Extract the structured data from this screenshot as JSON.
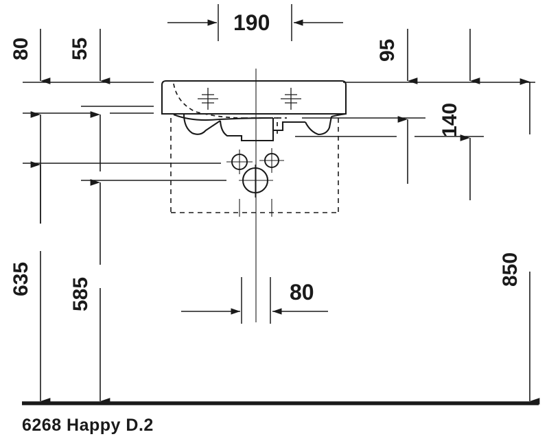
{
  "drawing": {
    "title_label": "6268 Happy D.2",
    "product_number": "6268",
    "product_name": "Happy D.2",
    "type": "washbasin-side-elevation",
    "units": "mm",
    "line_color": "#1a1a1a",
    "background_color": "#ffffff"
  },
  "dimensions": {
    "d_80_top": {
      "value": "80",
      "orientation": "vertical",
      "position": "left-outer",
      "description": "distance from top reference to basin rim"
    },
    "d_55": {
      "value": "55",
      "orientation": "vertical",
      "position": "left-inner",
      "description": "basin rim thickness zone"
    },
    "d_190": {
      "value": "190",
      "orientation": "horizontal",
      "position": "top-center",
      "description": "horizontal spacing at top of basin"
    },
    "d_95": {
      "value": "95",
      "orientation": "vertical",
      "position": "right-inner",
      "description": "vertical offset from rim top"
    },
    "d_140": {
      "value": "140",
      "orientation": "vertical",
      "position": "right-middle",
      "description": "overall basin body depth"
    },
    "d_635": {
      "value": "635",
      "orientation": "vertical",
      "position": "left-outer-lower",
      "description": "height from floor to upper reference line"
    },
    "d_585": {
      "value": "585",
      "orientation": "vertical",
      "position": "left-inner-lower",
      "description": "height from floor to lower reference line"
    },
    "d_850": {
      "value": "850",
      "orientation": "vertical",
      "position": "right-outer",
      "description": "overall installation height from floor"
    },
    "d_80_bottom": {
      "value": "80",
      "orientation": "horizontal",
      "position": "bottom-center",
      "description": "horizontal spacing between centre lines"
    }
  },
  "features": {
    "basin_body": "washbasin-profile",
    "tap_hole_left": "tap-hole-marker",
    "tap_hole_right": "tap-hole-marker",
    "waste_outlet": "waste-outlet-circle",
    "mounting_point_left": "mounting-cross-marker",
    "mounting_point_right": "mounting-cross-marker",
    "hidden_outline": "dashed-cabinet-outline",
    "floor_line": "floor-baseline"
  }
}
